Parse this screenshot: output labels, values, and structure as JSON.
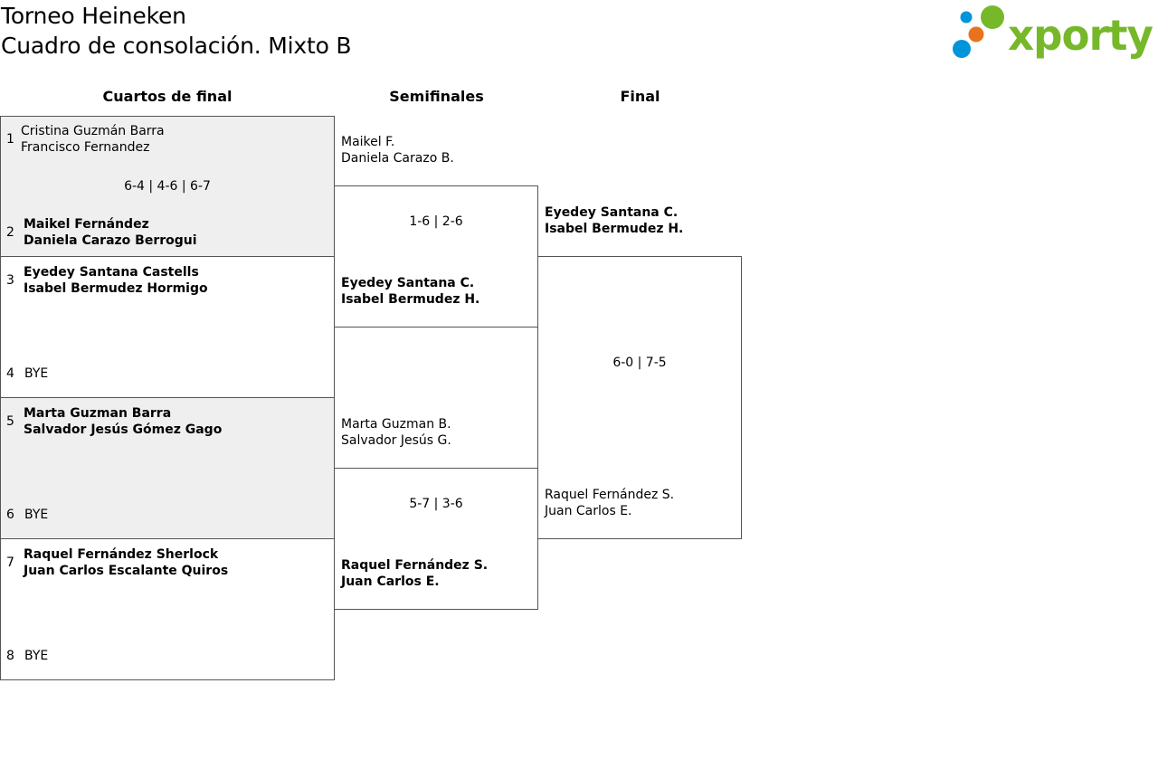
{
  "header": {
    "title": "Torneo Heineken",
    "subtitle": "Cuadro de consolación. Mixto B",
    "logo_text": "xporty"
  },
  "rounds": {
    "quarterfinals": "Cuartos de final",
    "semifinals": "Semifinales",
    "final": "Final"
  },
  "quarterfinals": [
    {
      "seed": "1",
      "p1": "Cristina Guzmán Barra",
      "p2": "Francisco Fernandez"
    },
    {
      "seed": "2",
      "p1": "Maikel Fernández",
      "p2": "Daniela Carazo Berrogui"
    },
    {
      "seed": "3",
      "p1": "Eyedey Santana Castells",
      "p2": "Isabel Bermudez Hormigo"
    },
    {
      "seed": "4",
      "p1": "BYE"
    },
    {
      "seed": "5",
      "p1": "Marta Guzman Barra",
      "p2": "Salvador Jesús Gómez Gago"
    },
    {
      "seed": "6",
      "p1": "BYE"
    },
    {
      "seed": "7",
      "p1": "Raquel Fernández Sherlock",
      "p2": "Juan Carlos Escalante Quiros"
    },
    {
      "seed": "8",
      "p1": "BYE"
    }
  ],
  "qf_scores": [
    "6-4 | 4-6 | 6-7"
  ],
  "semifinals": [
    {
      "p1": "Maikel F.",
      "p2": "Daniela Carazo B."
    },
    {
      "p1": "Eyedey Santana C.",
      "p2": "Isabel Bermudez H."
    },
    {
      "p1": "Marta Guzman B.",
      "p2": "Salvador Jesús G."
    },
    {
      "p1": "Raquel Fernández S.",
      "p2": "Juan Carlos E."
    }
  ],
  "sf_scores": [
    "1-6 | 2-6",
    "5-7 | 3-6"
  ],
  "final": [
    {
      "p1": "Eyedey Santana C.",
      "p2": "Isabel Bermudez H."
    },
    {
      "p1": "Raquel Fernández S.",
      "p2": "Juan Carlos E."
    }
  ],
  "final_score": "6-0 | 7-5",
  "colors": {
    "logo_green": "#76b82a",
    "logo_blue": "#0095da",
    "logo_orange": "#e8731c",
    "shade": "#efefef"
  }
}
